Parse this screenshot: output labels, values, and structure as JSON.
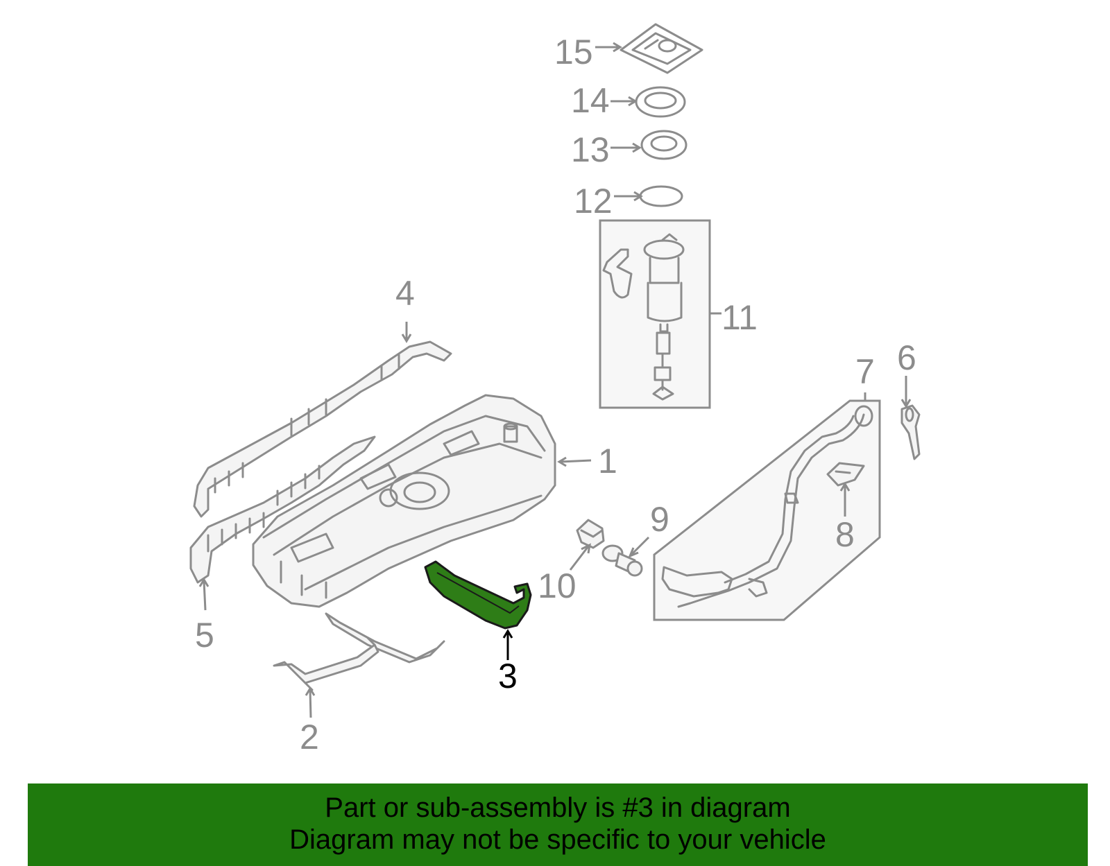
{
  "callouts": [
    {
      "id": "15",
      "label": "15"
    },
    {
      "id": "14",
      "label": "14"
    },
    {
      "id": "13",
      "label": "13"
    },
    {
      "id": "12",
      "label": "12"
    },
    {
      "id": "11",
      "label": "11"
    },
    {
      "id": "4",
      "label": "4"
    },
    {
      "id": "1",
      "label": "1"
    },
    {
      "id": "7",
      "label": "7"
    },
    {
      "id": "6",
      "label": "6"
    },
    {
      "id": "9",
      "label": "9"
    },
    {
      "id": "10",
      "label": "10"
    },
    {
      "id": "8",
      "label": "8"
    },
    {
      "id": "5",
      "label": "5"
    },
    {
      "id": "3",
      "label": "3"
    },
    {
      "id": "2",
      "label": "2"
    }
  ],
  "highlighted_part": "3",
  "colors": {
    "highlight": "#2e7d17",
    "banner": "#1f7a0d",
    "line": "#8c8c8c"
  },
  "banner": {
    "line1": "Part or sub-assembly is #3 in diagram",
    "line2": "Diagram may not be specific to your vehicle"
  }
}
